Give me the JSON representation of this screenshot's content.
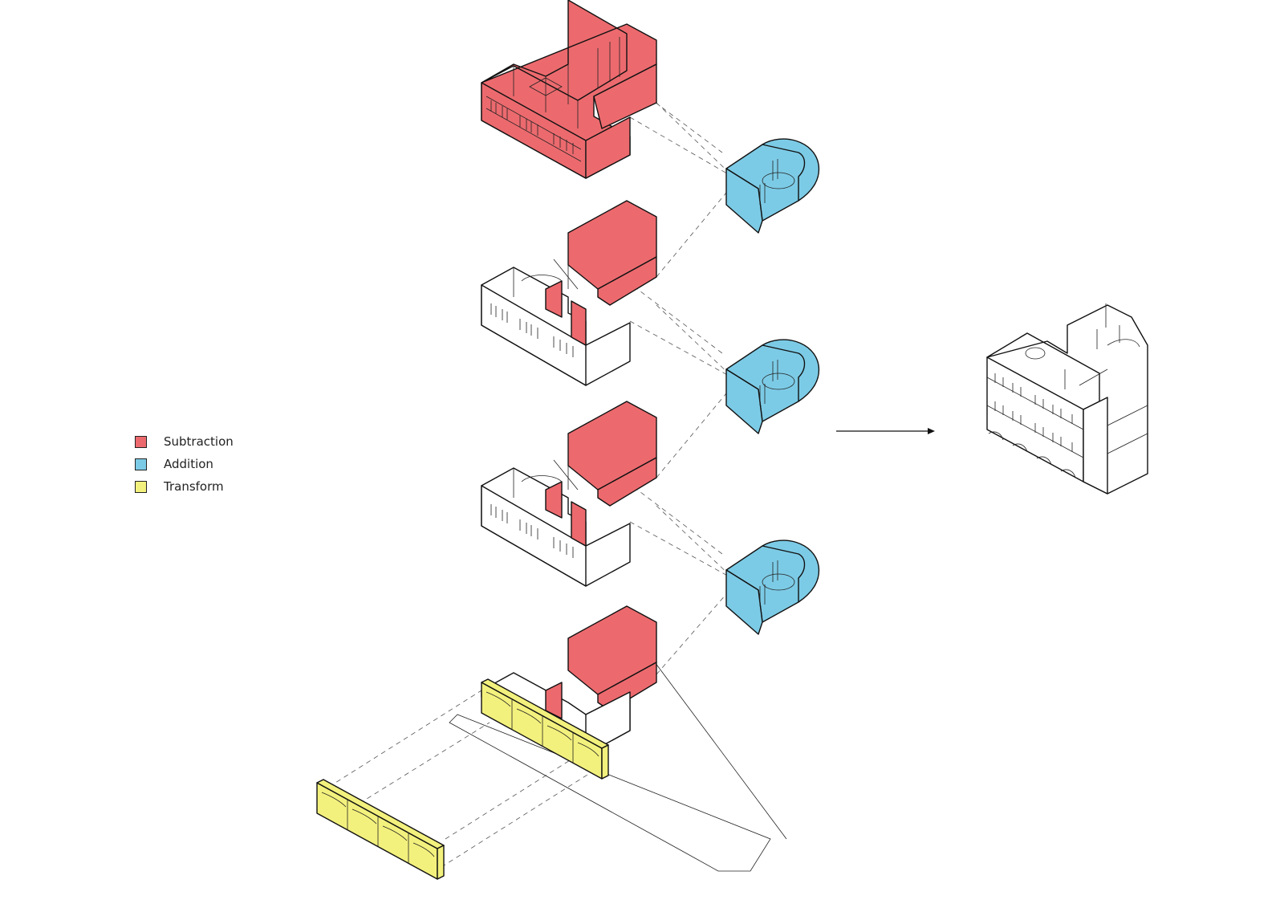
{
  "legend": [
    {
      "key": "subtraction",
      "label": "Subtraction",
      "color": "#ec6a6e"
    },
    {
      "key": "addition",
      "label": "Addition",
      "color": "#7ccbe6"
    },
    {
      "key": "transform",
      "label": "Transform",
      "color": "#f3f17d"
    }
  ],
  "colors": {
    "white": "#ffffff",
    "line": "#111111"
  }
}
